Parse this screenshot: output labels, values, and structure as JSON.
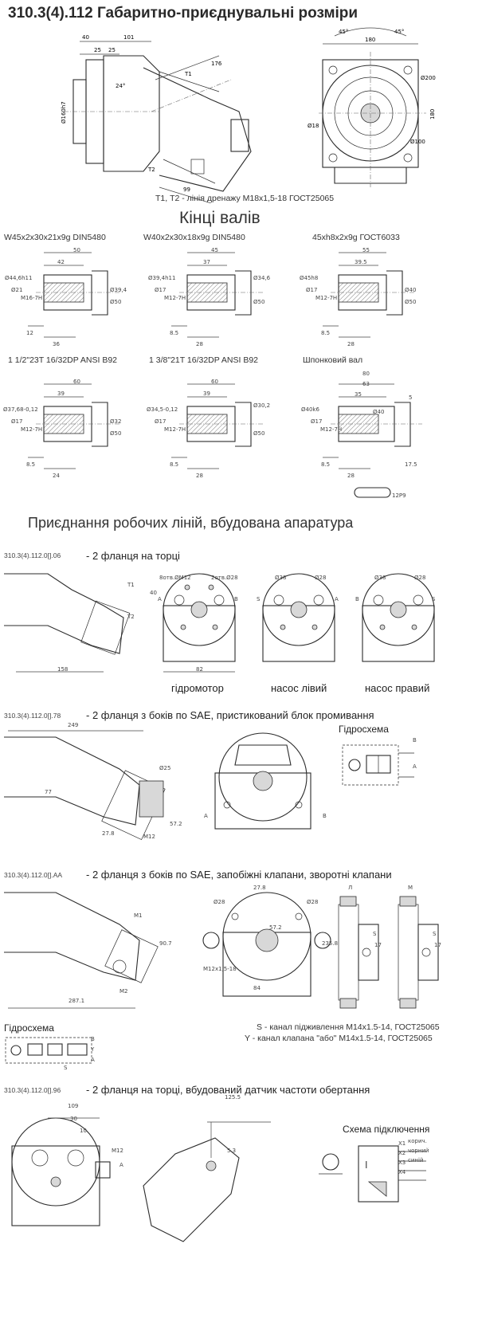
{
  "header": {
    "title": "310.3(4).112 Габаритно-приєднувальні розміри"
  },
  "top_drawing": {
    "dims": [
      "40",
      "25",
      "25",
      "101",
      "176",
      "Т1",
      "Т2",
      "24°",
      "99",
      "Ø160h7",
      "Ø18",
      "45°",
      "45°",
      "180",
      "Ø200",
      "180",
      "Ø100"
    ],
    "note": "Т1, Т2 - лінія дренажу M18x1,5-18 ГОСТ25065"
  },
  "shaft_ends": {
    "heading": "Кінці валів",
    "items": [
      {
        "title": "W45x2x30x21x9g DIN5480",
        "dims": [
          "50",
          "42",
          "Ø44,6h11",
          "Ø21",
          "M16-7H",
          "Ø39,4",
          "Ø50",
          "12",
          "36"
        ]
      },
      {
        "title": "W40x2x30x18x9g DIN5480",
        "dims": [
          "45",
          "37",
          "Ø39,4h11",
          "Ø17",
          "M12-7H",
          "Ø34,6",
          "Ø50",
          "8.5",
          "28"
        ]
      },
      {
        "title": "45xh8x2x9g ГОСТ6033",
        "dims": [
          "55",
          "39.5",
          "Ø45h8",
          "Ø17",
          "M12-7H",
          "Ø40",
          "Ø50",
          "8.5",
          "28"
        ]
      },
      {
        "title": "1 1/2\"23T 16/32DP ANSI B92",
        "dims": [
          "60",
          "39",
          "Ø37,68-0,12",
          "Ø17",
          "M12-7H",
          "Ø32",
          "Ø50",
          "8.5",
          "24"
        ]
      },
      {
        "title": "1 3/8\"21T 16/32DP ANSI B92",
        "dims": [
          "60",
          "39",
          "Ø34,5-0,12",
          "Ø17",
          "M12-7H",
          "Ø30,2",
          "Ø50",
          "8.5",
          "28"
        ]
      },
      {
        "title": "Шпонковий вал",
        "dims": [
          "80",
          "63",
          "35",
          "Ø40k6",
          "Ø17",
          "M12-7H",
          "Ø40",
          "5",
          "8.5",
          "28",
          "17.5",
          "12P9"
        ]
      }
    ]
  },
  "connections": {
    "heading": "Приєднання робочих ліній, вбудована апаратура",
    "v06": {
      "code": "310.3(4).112.0[].06",
      "desc": "- 2 фланця на торці",
      "dims": [
        "158",
        "Т1",
        "Т2",
        "40",
        "8отв.ØM12",
        "2отв.Ø28",
        "82",
        "Ø38",
        "Ø28",
        "Ø38",
        "Ø28",
        "A",
        "B",
        "S",
        "S",
        "A",
        "B"
      ],
      "captions": [
        "гідромотор",
        "насос лівий",
        "насос правий"
      ]
    },
    "v78": {
      "code": "310.3(4).112.0[].78",
      "desc": "- 2 фланця з боків по SAE, пристикований блок промивання",
      "dims": [
        "249",
        "Ø25",
        "77",
        "27.8",
        "57.2",
        "M12",
        "A",
        "B"
      ],
      "schema_title": "Гідросхема",
      "schema_labels": [
        "B",
        "A"
      ]
    },
    "vaa": {
      "code": "310.3(4).112.0[].AA",
      "desc": "- 2 фланця з боків по SAE, запобіжні клапани, зворотні клапани",
      "dims": [
        "287.1",
        "90.7",
        "M1",
        "M2",
        "27.8",
        "Ø28",
        "Ø28",
        "57.2",
        "M12x1,5-18",
        "84",
        "235.8",
        "Л",
        "М",
        "S",
        "S",
        "17",
        "17"
      ],
      "schema_title": "Гідросхема",
      "schema_labels": [
        "B",
        "Y",
        "A",
        "S"
      ],
      "notes": [
        "S - канал підживлення M14x1.5-14, ГОСТ25065",
        "Y - канал клапана \"або\" M14x1.5-14, ГОСТ25065"
      ]
    },
    "v96": {
      "code": "310.3(4).112.0[].96",
      "desc": "- 2 фланця на торці, вбудований датчик частоти обертання",
      "dims": [
        "109",
        "30",
        "10",
        "M12",
        "A",
        "125.5",
        "5.3"
      ],
      "wiring": {
        "title": "Схема підключення",
        "pins": [
          "X1",
          "X2",
          "X3",
          "X4"
        ],
        "wires": [
          "корич.",
          "чорний",
          "синій"
        ],
        "symbol": "I"
      }
    }
  }
}
